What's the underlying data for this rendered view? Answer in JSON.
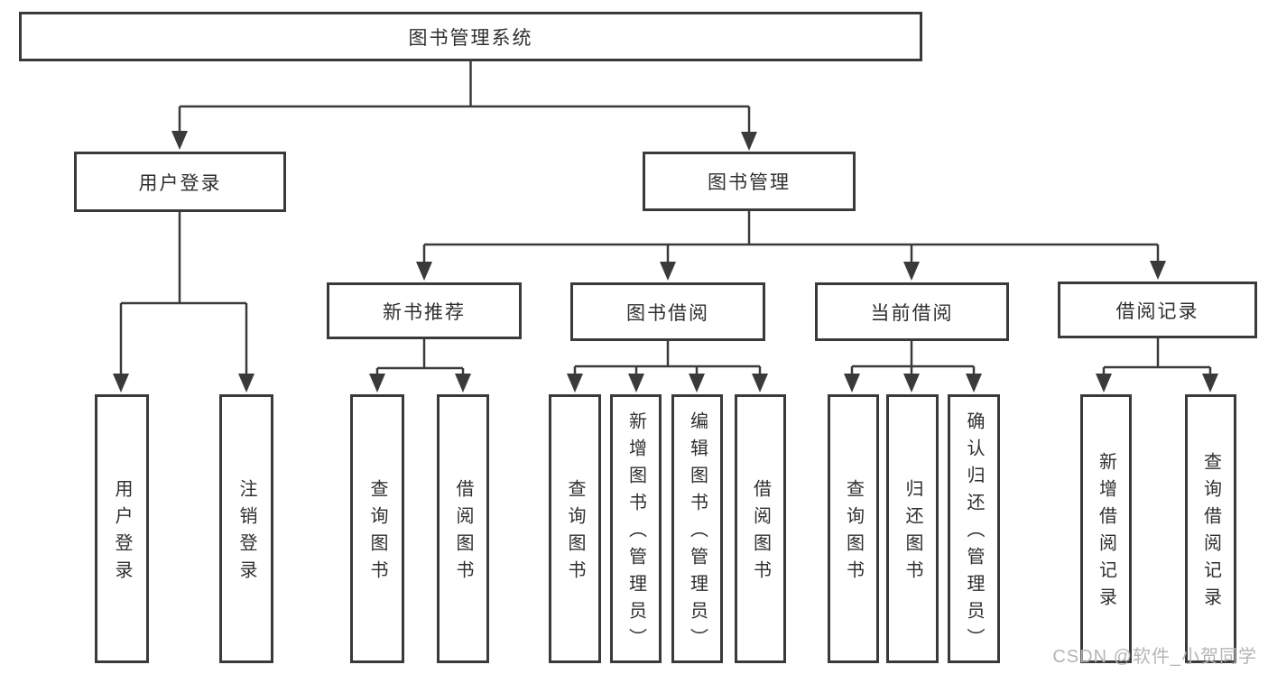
{
  "diagram": {
    "type": "hierarchy-tree",
    "title": "图书管理系统",
    "colors": {
      "line": "#3a3a3a",
      "box_border": "#3a3a3a",
      "text": "#2f2f2f",
      "background": "#ffffff",
      "watermark": "#b5b5b5"
    },
    "hierarchy": {
      "图书管理系统": {
        "用户登录": [
          "用户登录",
          "注销登录"
        ],
        "图书管理": {
          "新书推荐": [
            "查询图书",
            "借阅图书"
          ],
          "图书借阅": [
            "查询图书",
            "新增图书（管理员）",
            "编辑图书（管理员）",
            "借阅图书"
          ],
          "当前借阅": [
            "查询图书",
            "归还图书",
            "确认归还（管理员）"
          ],
          "借阅记录": [
            "新增借阅记录",
            "查询借阅记录"
          ]
        }
      }
    }
  },
  "nodes": {
    "root": "图书管理系统",
    "user_login": "用户登录",
    "book_management": "图书管理",
    "new_book_rec": "新书推荐",
    "book_borrowing": "图书借阅",
    "current_borrowing": "当前借阅",
    "borrowing_records": "借阅记录",
    "leaf_user_login": "用户登录",
    "leaf_logout": "注销登录",
    "leaf_query_books_nb": "查询图书",
    "leaf_borrow_books_nb": "借阅图书",
    "leaf_query_books_bb": "查询图书",
    "leaf_add_book_admin": "新增图书（管理员）",
    "leaf_edit_book_admin": "编辑图书（管理员）",
    "leaf_borrow_books_bb": "借阅图书",
    "leaf_query_books_cb": "查询图书",
    "leaf_return_book": "归还图书",
    "leaf_confirm_return_admin": "确认归还（管理员）",
    "leaf_add_borrow_record": "新增借阅记录",
    "leaf_query_borrow_record": "查询借阅记录"
  },
  "watermark": {
    "text": "CSDN @软件_小贺同学"
  }
}
